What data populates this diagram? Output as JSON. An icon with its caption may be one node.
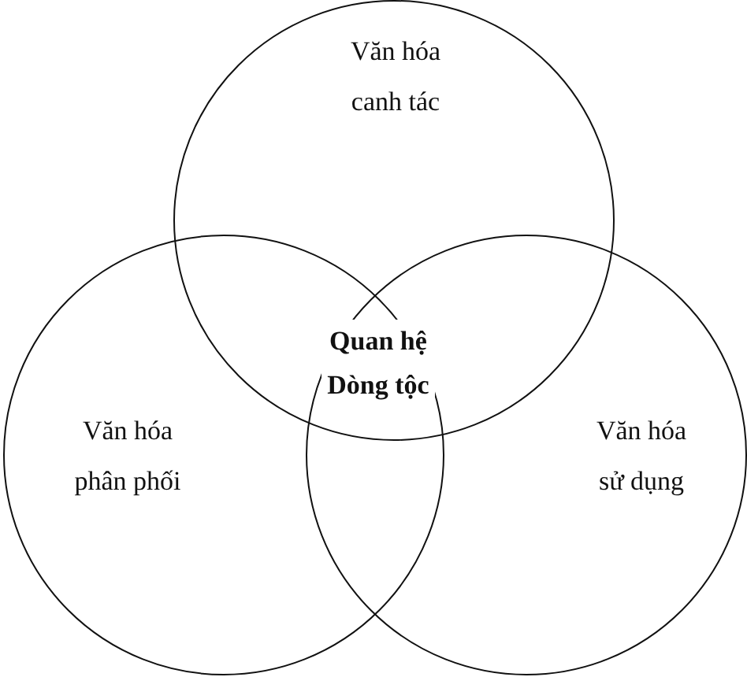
{
  "diagram": {
    "nodes": [
      {
        "text": [
          "Văn hóa canh tác"
        ]
      },
      {
        "text": [
          "Văn hóa phân phối"
        ]
      },
      {
        "text": [
          "Văn hóa sử dụng"
        ]
      }
    ],
    "labels": [
      "Quan hệ Dòng tộc"
    ]
  }
}
